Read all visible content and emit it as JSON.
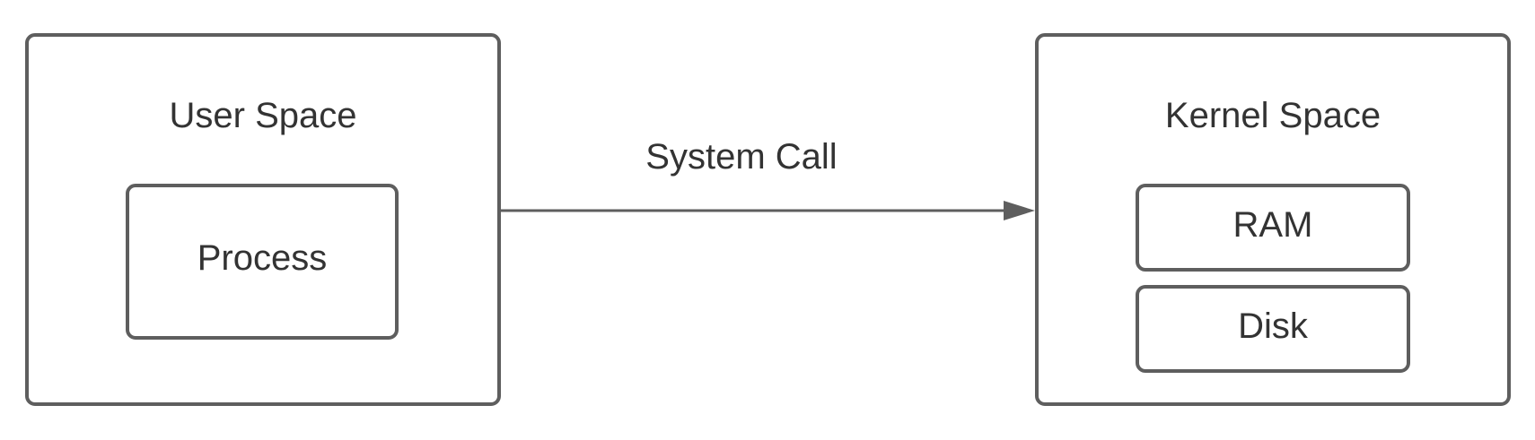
{
  "diagram": {
    "user_space": {
      "title": "User Space",
      "process": "Process"
    },
    "kernel_space": {
      "title": "Kernel Space",
      "ram": "RAM",
      "disk": "Disk"
    },
    "edge_label": "System Call"
  },
  "colors": {
    "stroke": "#5e5e5e",
    "text": "#333333",
    "background": "#ffffff"
  }
}
